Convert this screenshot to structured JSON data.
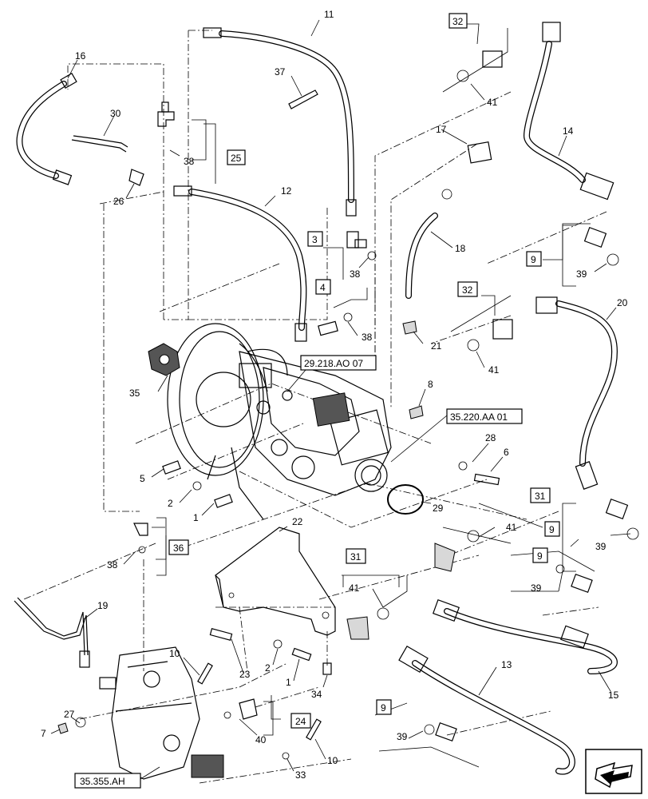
{
  "callouts": [
    "1",
    "2",
    "3",
    "4",
    "5",
    "6",
    "7",
    "8",
    "9",
    "10",
    "11",
    "12",
    "13",
    "14",
    "15",
    "16",
    "17",
    "18",
    "19",
    "20",
    "21",
    "22",
    "23",
    "24",
    "25",
    "26",
    "27",
    "28",
    "29",
    "30",
    "31",
    "32",
    "33",
    "34",
    "35",
    "36",
    "37",
    "38",
    "39",
    "40",
    "41"
  ],
  "boxed_callouts": {
    "b32a": "32",
    "b32b": "32",
    "b25": "25",
    "b3": "3",
    "b4": "4",
    "b9a": "9",
    "b9b": "9",
    "b9c": "9",
    "b9d": "9",
    "b31a": "31",
    "b31b": "31",
    "b36": "36",
    "b24": "24"
  },
  "references": {
    "r1": "29.218.AO 07",
    "r2": "35.220.AA 01",
    "r3": "35.355.AH"
  },
  "labels": {
    "l11": "11",
    "l16": "16",
    "l30": "30",
    "l37": "37",
    "l38a": "38",
    "l26": "26",
    "l12": "12",
    "l38b": "38",
    "l38c": "38",
    "l17": "17",
    "l18": "18",
    "l21": "21",
    "l14": "14",
    "l39a": "39",
    "l41a": "41",
    "l20": "20",
    "l41b": "41",
    "l35": "35",
    "l8": "8",
    "l28": "28",
    "l6": "6",
    "l5": "5",
    "l2a": "2",
    "l1a": "1",
    "l29": "29",
    "l22": "22",
    "l41c": "41",
    "l41d": "41",
    "l39b": "39",
    "l39c": "39",
    "l38d": "38",
    "l19": "19",
    "l10a": "10",
    "l23": "23",
    "l2b": "2",
    "l1b": "1",
    "l34": "34",
    "l13": "13",
    "l15": "15",
    "l27": "27",
    "l7": "7",
    "l40": "40",
    "l10b": "10",
    "l33": "33",
    "l39d": "39",
    "l9": "9"
  },
  "nav_icon": "arrow-next-page-icon"
}
